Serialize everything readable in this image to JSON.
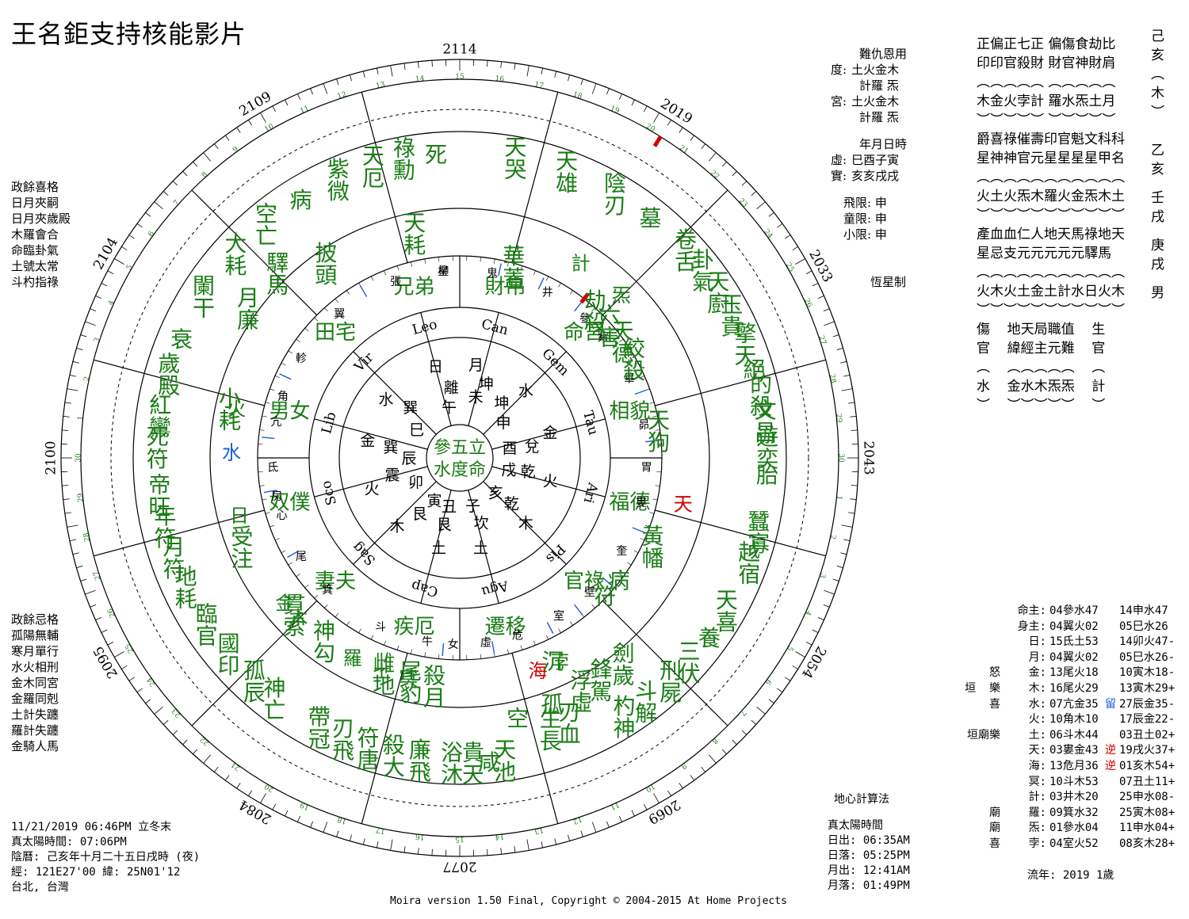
{
  "title": "王名鉅支持核能影片",
  "chart": {
    "years": [
      {
        "label": "2114",
        "angle": -90
      },
      {
        "label": "2019",
        "angle": -58
      },
      {
        "label": "2033",
        "angle": -28
      },
      {
        "label": "2043",
        "angle": 0
      },
      {
        "label": "2054",
        "angle": 30
      },
      {
        "label": "2069",
        "angle": 60
      },
      {
        "label": "2077",
        "angle": 90
      },
      {
        "label": "2084",
        "angle": 120
      },
      {
        "label": "2095",
        "angle": 150
      },
      {
        "label": "2100",
        "angle": 180
      },
      {
        "label": "2104",
        "angle": 210
      },
      {
        "label": "2109",
        "angle": 240
      }
    ],
    "center": [
      "參五立",
      "水度命"
    ],
    "palaces": [
      {
        "name": "命宮",
        "angle": -45
      },
      {
        "name": "相貌",
        "angle": -15
      },
      {
        "name": "福德",
        "angle": 15
      },
      {
        "name": "官祿",
        "angle": 45
      },
      {
        "name": "遷移",
        "angle": 75
      },
      {
        "name": "疾厄",
        "angle": 105
      },
      {
        "name": "妻夫",
        "angle": 135
      },
      {
        "name": "奴僕",
        "angle": 165
      },
      {
        "name": "男女",
        "angle": 195
      },
      {
        "name": "田宅",
        "angle": 225
      },
      {
        "name": "兄弟",
        "angle": 255
      },
      {
        "name": "財帛",
        "angle": 285
      }
    ],
    "signs": [
      {
        "name": "Can",
        "angle": -75
      },
      {
        "name": "Gem",
        "angle": -45
      },
      {
        "name": "Tau",
        "angle": -15
      },
      {
        "name": "Ari",
        "angle": 15
      },
      {
        "name": "Pis",
        "angle": 45
      },
      {
        "name": "Agu",
        "angle": 75
      },
      {
        "name": "Cap",
        "angle": 105
      },
      {
        "name": "Sag",
        "angle": 135
      },
      {
        "name": "Sco",
        "angle": 165
      },
      {
        "name": "Lib",
        "angle": 195
      },
      {
        "name": "Vir",
        "angle": 225
      },
      {
        "name": "Leo",
        "angle": 255
      }
    ],
    "branches": [
      {
        "text": "月",
        "angle": -80,
        "r": 118
      },
      {
        "text": "坤",
        "angle": -70,
        "r": 98
      },
      {
        "text": "未",
        "angle": -75,
        "r": 78
      },
      {
        "text": "水",
        "angle": -45,
        "r": 118
      },
      {
        "text": "坤",
        "angle": -52,
        "r": 86
      },
      {
        "text": "申",
        "angle": -38,
        "r": 70
      },
      {
        "text": "金",
        "angle": -15,
        "r": 118
      },
      {
        "text": "兌",
        "angle": -8,
        "r": 92
      },
      {
        "text": "酉",
        "angle": -10,
        "r": 64
      },
      {
        "text": "火",
        "angle": 15,
        "r": 118
      },
      {
        "text": "乾",
        "angle": 12,
        "r": 88
      },
      {
        "text": "戌",
        "angle": 15,
        "r": 64
      },
      {
        "text": "木",
        "angle": 45,
        "r": 118
      },
      {
        "text": "乾",
        "angle": 42,
        "r": 88
      },
      {
        "text": "亥",
        "angle": 45,
        "r": 64
      },
      {
        "text": "土",
        "angle": 77,
        "r": 118
      },
      {
        "text": "坎",
        "angle": 72,
        "r": 88
      },
      {
        "text": "子",
        "angle": 75,
        "r": 64
      },
      {
        "text": "土",
        "angle": 103,
        "r": 118
      },
      {
        "text": "艮",
        "angle": 103,
        "r": 88
      },
      {
        "text": "丑",
        "angle": 102,
        "r": 64
      },
      {
        "text": "木",
        "angle": 132,
        "r": 118
      },
      {
        "text": "艮",
        "angle": 125,
        "r": 88
      },
      {
        "text": "寅",
        "angle": 120,
        "r": 64
      },
      {
        "text": "火",
        "angle": 160,
        "r": 118
      },
      {
        "text": "震",
        "angle": 165,
        "r": 88
      },
      {
        "text": "卯",
        "angle": 150,
        "r": 64
      },
      {
        "text": "金",
        "angle": 190,
        "r": 118
      },
      {
        "text": "巽",
        "angle": 188,
        "r": 88
      },
      {
        "text": "辰",
        "angle": 178,
        "r": 64
      },
      {
        "text": "水",
        "angle": 218,
        "r": 118
      },
      {
        "text": "巽",
        "angle": 225,
        "r": 88
      },
      {
        "text": "巳",
        "angle": 212,
        "r": 64
      },
      {
        "text": "日",
        "angle": 255,
        "r": 118
      },
      {
        "text": "離",
        "angle": 263,
        "r": 88
      },
      {
        "text": "午",
        "angle": 258,
        "r": 64
      }
    ],
    "mansions": [
      {
        "text": "柳",
        "angle": -95
      },
      {
        "text": "鬼",
        "angle": -80
      },
      {
        "text": "井",
        "angle": -62
      },
      {
        "text": "參",
        "angle": -48
      },
      {
        "text": "觜",
        "angle": -40
      },
      {
        "text": "畢",
        "angle": -25
      },
      {
        "text": "昴",
        "angle": -10
      },
      {
        "text": "胃",
        "angle": 3
      },
      {
        "text": "婁",
        "angle": 14
      },
      {
        "text": "奎",
        "angle": 30
      },
      {
        "text": "壁",
        "angle": 46
      },
      {
        "text": "室",
        "angle": 58
      },
      {
        "text": "危",
        "angle": 72
      },
      {
        "text": "虛",
        "angle": 82
      },
      {
        "text": "女",
        "angle": 92
      },
      {
        "text": "牛",
        "angle": 100
      },
      {
        "text": "斗",
        "angle": 115
      },
      {
        "text": "箕",
        "angle": 135
      },
      {
        "text": "尾",
        "angle": 148
      },
      {
        "text": "心",
        "angle": 162
      },
      {
        "text": "房",
        "angle": 168
      },
      {
        "text": "氐",
        "angle": 177
      },
      {
        "text": "亢",
        "angle": 191
      },
      {
        "text": "角",
        "angle": 199
      },
      {
        "text": "軫",
        "angle": 212
      },
      {
        "text": "翼",
        "angle": 230
      },
      {
        "text": "張",
        "angle": 250
      },
      {
        "text": "星",
        "angle": 265
      }
    ],
    "planets_ring": [
      {
        "text": "計",
        "angle": -58,
        "color": "#1b7d17"
      },
      {
        "text": "炁",
        "angle": -45,
        "color": "#1b7d17"
      },
      {
        "text": "天",
        "angle": 12,
        "color": "#d00000"
      },
      {
        "text": "海",
        "angle": 70,
        "color": "#d00000"
      },
      {
        "text": "孛",
        "angle": 64,
        "color": "#1b7d17"
      },
      {
        "text": "冥",
        "angle": 103,
        "color": "#1b7d17"
      },
      {
        "text": "土",
        "angle": 110,
        "color": "#1b7d17"
      },
      {
        "text": "羅",
        "angle": 118,
        "color": "#1b7d17"
      },
      {
        "text": "木",
        "angle": 135,
        "color": "#1b7d17"
      },
      {
        "text": "金",
        "angle": 140,
        "color": "#1b7d17"
      },
      {
        "text": "日",
        "angle": 165,
        "color": "#1b7d17"
      },
      {
        "text": "水",
        "angle": 181,
        "color": "#1a5adf"
      },
      {
        "text": "火",
        "angle": 192,
        "color": "#1b7d17"
      }
    ],
    "stars": [
      {
        "text": "天哭",
        "angle": -80
      },
      {
        "text": "天雄",
        "angle": -70
      },
      {
        "text": "陰刃",
        "angle": -60
      },
      {
        "text": "墓",
        "angle": -52
      },
      {
        "text": "華蓋",
        "angle": -75,
        "r": 250
      },
      {
        "text": "卷舌",
        "angle": -43
      },
      {
        "text": "卦氣",
        "angle": -38
      },
      {
        "text": "天廚",
        "angle": -33
      },
      {
        "text": "玉貴",
        "angle": -28
      },
      {
        "text": "擎天",
        "angle": -22
      },
      {
        "text": "絕",
        "angle": -17
      },
      {
        "text": "劫殺",
        "angle": -48,
        "r": 250
      },
      {
        "text": "六害",
        "angle": -42,
        "r": 250
      },
      {
        "text": "天德",
        "angle": -36,
        "r": 250
      },
      {
        "text": "絞殺",
        "angle": -30,
        "r": 250
      },
      {
        "text": "的殺",
        "angle": -12
      },
      {
        "text": "文昌",
        "angle": -7
      },
      {
        "text": "遊奕",
        "angle": -2
      },
      {
        "text": "天狗",
        "angle": -8,
        "r": 250
      },
      {
        "text": "胎",
        "angle": 3
      },
      {
        "text": "蠶寡",
        "angle": 14
      },
      {
        "text": "越宿",
        "angle": 20
      },
      {
        "text": "黃幡",
        "angle": 25,
        "r": 265
      },
      {
        "text": "天喜",
        "angle": 30
      },
      {
        "text": "養",
        "angle": 36
      },
      {
        "text": "病",
        "angle": 38,
        "r": 250
      },
      {
        "text": "符",
        "angle": 44,
        "r": 250
      },
      {
        "text": "三伏",
        "angle": 42
      },
      {
        "text": "刑屍",
        "angle": 47
      },
      {
        "text": "斗解",
        "angle": 53
      },
      {
        "text": "杓神",
        "angle": 58
      },
      {
        "text": "劍歲",
        "angle": 52,
        "r": 330
      },
      {
        "text": "鋒駕",
        "angle": 58,
        "r": 330
      },
      {
        "text": "浮虛",
        "angle": 63,
        "r": 330
      },
      {
        "text": "沉",
        "angle": 66,
        "r": 280
      },
      {
        "text": "刃血",
        "angle": 68,
        "r": 360
      },
      {
        "text": "生長",
        "angle": 72,
        "r": 360
      },
      {
        "text": "孤",
        "angle": 70,
        "r": 330
      },
      {
        "text": "空",
        "angle": 78,
        "r": 335
      },
      {
        "text": "天池",
        "angle": 82
      },
      {
        "text": "咸",
        "angle": 85
      },
      {
        "text": "貴天",
        "angle": 88
      },
      {
        "text": "浴沐",
        "angle": 92
      },
      {
        "text": "廉飛",
        "angle": 98
      },
      {
        "text": "殺大",
        "angle": 103
      },
      {
        "text": "符唐",
        "angle": 108
      },
      {
        "text": "刃飛",
        "angle": 113
      },
      {
        "text": "帶冠",
        "angle": 118
      },
      {
        "text": "殺月",
        "angle": 97,
        "r": 290
      },
      {
        "text": "尾豹",
        "angle": 103,
        "r": 290
      },
      {
        "text": "雌地",
        "angle": 110,
        "r": 290
      },
      {
        "text": "神亡",
        "angle": 128
      },
      {
        "text": "孤辰",
        "angle": 133
      },
      {
        "text": "國印",
        "angle": 140
      },
      {
        "text": "臨官",
        "angle": 147
      },
      {
        "text": "神勾",
        "angle": 127,
        "r": 290
      },
      {
        "text": "貫索",
        "angle": 137,
        "r": 290
      },
      {
        "text": "地耗",
        "angle": 155
      },
      {
        "text": "月符",
        "angle": 161
      },
      {
        "text": "年符",
        "angle": 167
      },
      {
        "text": "帝旺",
        "angle": 173
      },
      {
        "text": "受注",
        "angle": 158,
        "r": 300
      },
      {
        "text": "死符",
        "angle": 182
      },
      {
        "text": "紅鸞",
        "angle": 188
      },
      {
        "text": "歲殿",
        "angle": 196
      },
      {
        "text": "小耗",
        "angle": 192,
        "r": 300
      },
      {
        "text": "衰",
        "angle": 203
      },
      {
        "text": "闌干",
        "angle": 212
      },
      {
        "text": "月廉",
        "angle": 215,
        "r": 330
      },
      {
        "text": "大耗",
        "angle": 222
      },
      {
        "text": "驛馬",
        "angle": 225,
        "r": 330
      },
      {
        "text": "空亡",
        "angle": 230
      },
      {
        "text": "披頭",
        "angle": 235,
        "r": 300
      },
      {
        "text": "病",
        "angle": 238
      },
      {
        "text": "紫微",
        "angle": 246
      },
      {
        "text": "天厄",
        "angle": 253
      },
      {
        "text": "祿勳",
        "angle": 259
      },
      {
        "text": "天耗",
        "angle": 258,
        "r": 290
      },
      {
        "text": "死",
        "angle": 265
      }
    ]
  },
  "info_top": {
    "header": "難仇恩用",
    "du_label": "度:",
    "du_row1": "土火金木",
    "du_row2": "計羅  炁",
    "gong_label": "宮:",
    "gong_row1": "土火金木",
    "gong_row2": "計羅  炁",
    "nian_header": "年月日時",
    "xu_label": "虛:",
    "xu_value": "巳酉子寅",
    "shi_label": "實:",
    "shi_value": "亥亥戌戌",
    "feixian": "飛限: 申",
    "tongxian": "童限: 申",
    "xiaoxian": "小限: 申",
    "hengxing": "恆星制"
  },
  "info_right": {
    "rows": [
      "正偏正七正  偏傷食劫比",
      "印印官殺財  財官神財肩",
      "︵︵︵︵︵  ︵︵︵︵︵",
      "木金火孛計  羅水炁土月",
      "︶︶︶︶︶  ︶︶︶︶︶",
      "爵喜祿催壽印官魁文科科",
      "星神神官元星星星星甲名",
      "︵︵︵︵︵︵︵︵︵︵︵",
      "火土火炁木羅火金炁木土",
      "︶︶︶︶︶︶︶︶︶︶︶",
      "產血血仁人地天馬祿地天",
      "星忌支元元元元元驛馬",
      "︵︵︵︵︵︵︵︵︵︵︵",
      "火木火土金土計水日火木",
      "︶︶︶︶︶︶︶︶︶︶︶"
    ],
    "side": [
      "己",
      "亥",
      "︵",
      "木",
      "︶",
      "",
      "乙",
      "亥",
      "",
      "壬",
      "戌",
      "",
      "庚",
      "戌",
      "",
      "男"
    ],
    "bottom_row1": "傷    地天局職值    生",
    "bottom_row2": "官    緯經主元難    官",
    "bottom_row3": "︵    ︵︵︵︵︵    ︵",
    "bottom_row4": "水    金水木炁炁    計",
    "bottom_row5": "︶    ︶︶︶︶︶    ︶"
  },
  "left_top": [
    "政餘喜格",
    "日月夾嗣",
    "日月夾歲殿",
    "木羅會合",
    "命臨卦氣",
    "土號太常",
    "斗杓指祿"
  ],
  "left_bottom": [
    "政餘忌格",
    "孤陽無輔",
    "寒月單行",
    "水火相刑",
    "金木同宮",
    "金羅同剋",
    "土計失躔",
    "羅計失躔",
    "金騎人馬"
  ],
  "bottom_left": [
    "11/21/2019 06:46PM 立冬末",
    "真太陽時間: 07:06PM",
    "陰曆: 己亥年十月二十五日戌時 (夜)",
    "經: 121E27'00  緯: 25N01'12",
    "台北, 台灣"
  ],
  "bottom_middle": {
    "method": "地心計算法",
    "header": "真太陽時間",
    "rows": [
      "日出: 06:35AM",
      "日落: 05:25PM",
      "月出: 12:41AM",
      "月落: 01:49PM"
    ]
  },
  "copyright": "Moira version 1.50 Final, Copyright © 2004-2015 At Home Projects",
  "planet_table": [
    {
      "tag": "",
      "name": "命主:",
      "v1": "04參水47",
      "mark": "",
      "v2": "14申水47"
    },
    {
      "tag": "",
      "name": "身主:",
      "v1": "04翼火02",
      "mark": "",
      "v2": "05巳水26"
    },
    {
      "tag": "",
      "name": "日:",
      "v1": "15氐土53",
      "mark": "",
      "v2": "14卯火47-"
    },
    {
      "tag": "",
      "name": "月:",
      "v1": "04翼火02",
      "mark": "",
      "v2": "05巳水26-"
    },
    {
      "tag": "怒",
      "name": "金:",
      "v1": "13尾火18",
      "mark": "",
      "v2": "10寅木18-"
    },
    {
      "tag": "垣  樂",
      "name": "木:",
      "v1": "16尾火29",
      "mark": "",
      "v2": "13寅木29+"
    },
    {
      "tag": "喜",
      "name": "水:",
      "v1": "07亢金35",
      "mark": "留",
      "v2": "27辰金35-"
    },
    {
      "tag": "",
      "name": "火:",
      "v1": "10角木10",
      "mark": "",
      "v2": "17辰金22-"
    },
    {
      "tag": "垣廟樂",
      "name": "土:",
      "v1": "06斗木44",
      "mark": "",
      "v2": "03丑土02+"
    },
    {
      "tag": "",
      "name": "天:",
      "v1": "03婁金43",
      "mark": "逆",
      "v2": "19戌火37+"
    },
    {
      "tag": "",
      "name": "海:",
      "v1": "13危月36",
      "mark": "逆",
      "v2": "01亥木54+"
    },
    {
      "tag": "",
      "name": "冥:",
      "v1": "10斗木53",
      "mark": "",
      "v2": "07丑土11+"
    },
    {
      "tag": "",
      "name": "計:",
      "v1": "03井木20",
      "mark": "",
      "v2": "25申水08-"
    },
    {
      "tag": "廟",
      "name": "羅:",
      "v1": "09箕水32",
      "mark": "",
      "v2": "25寅木08+"
    },
    {
      "tag": "廟",
      "name": "炁:",
      "v1": "01參水04",
      "mark": "",
      "v2": "11申水04+"
    },
    {
      "tag": "喜",
      "name": "孛:",
      "v1": "04室火52",
      "mark": "",
      "v2": "08亥木28+"
    }
  ],
  "liunian": "流年: 2019  1歲"
}
